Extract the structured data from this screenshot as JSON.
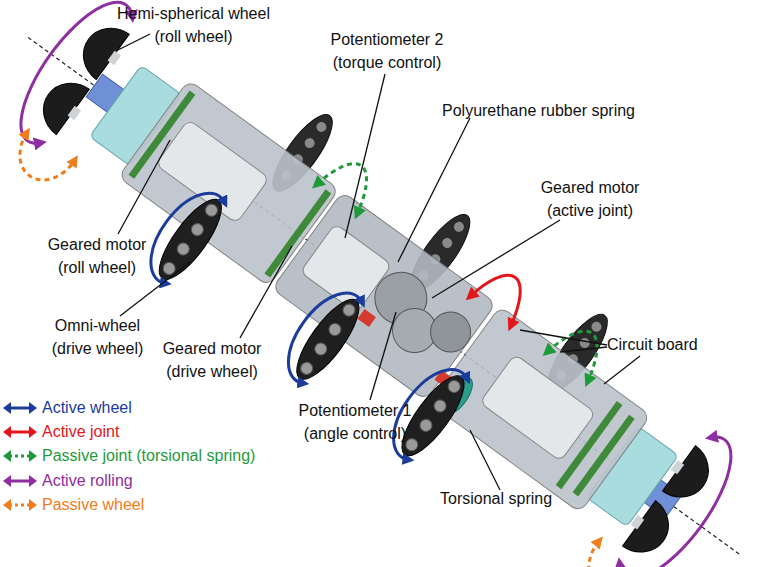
{
  "diagram": {
    "labels": [
      "Hemi-spherical wheel (roll wheel)",
      "Potentiometer 2 (torque control)",
      "Polyurethane rubber spring",
      "Geared motor (active joint)",
      "Geared motor (roll wheel)",
      "Omni-wheel (drive wheel)",
      "Circuit board",
      "Geared motor (drive wheel)",
      "Potentiometer 1 (angle control)",
      "Torsional spring"
    ],
    "legend": [
      {
        "text": "Active wheel"
      },
      {
        "text": "Active joint"
      },
      {
        "text": "Passive joint (torsional spring)"
      },
      {
        "text": "Active rolling"
      },
      {
        "text": "Passive wheel"
      }
    ]
  }
}
